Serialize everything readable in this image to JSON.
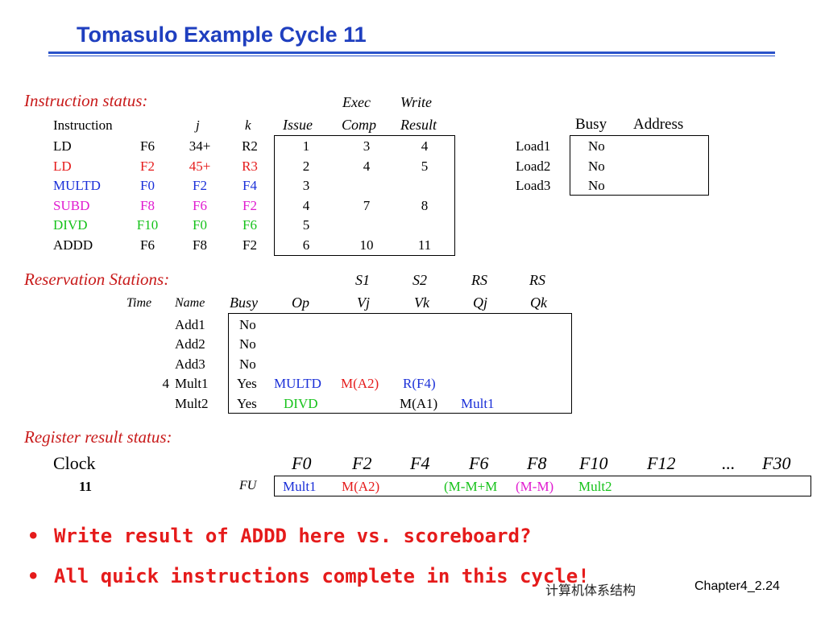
{
  "slide": {
    "title": "Tomasulo Example Cycle 11",
    "footer_cn": "计算机体系结构",
    "footer_page": "Chapter4_2.24"
  },
  "instruction_status": {
    "section_label": "Instruction status:",
    "exec_label": "Exec",
    "write_label": "Write",
    "headers": [
      "Instruction",
      "j",
      "k",
      "Issue",
      "Comp",
      "Result"
    ],
    "rows": [
      {
        "instr": "LD",
        "dest": "F6",
        "j": "34+",
        "k": "R2",
        "issue": "1",
        "comp": "3",
        "result": "4",
        "color": "#000000"
      },
      {
        "instr": "LD",
        "dest": "F2",
        "j": "45+",
        "k": "R3",
        "issue": "2",
        "comp": "4",
        "result": "5",
        "color": "#e51b1b"
      },
      {
        "instr": "MULTD",
        "dest": "F0",
        "j": "F2",
        "k": "F4",
        "issue": "3",
        "comp": "",
        "result": "",
        "color": "#1a2fd8"
      },
      {
        "instr": "SUBD",
        "dest": "F8",
        "j": "F6",
        "k": "F2",
        "issue": "4",
        "comp": "7",
        "result": "8",
        "color": "#e01bd0"
      },
      {
        "instr": "DIVD",
        "dest": "F10",
        "j": "F0",
        "k": "F6",
        "issue": "5",
        "comp": "",
        "result": "",
        "color": "#16c21a"
      },
      {
        "instr": "ADDD",
        "dest": "F6",
        "j": "F8",
        "k": "F2",
        "issue": "6",
        "comp": "10",
        "result": "11",
        "color": "#000000"
      }
    ]
  },
  "load_buffers": {
    "headers": [
      "Busy",
      "Address"
    ],
    "rows": [
      {
        "name": "Load1",
        "busy": "No",
        "address": ""
      },
      {
        "name": "Load2",
        "busy": "No",
        "address": ""
      },
      {
        "name": "Load3",
        "busy": "No",
        "address": ""
      }
    ]
  },
  "reservation_stations": {
    "section_label": "Reservation Stations:",
    "top_headers": [
      "S1",
      "S2",
      "RS",
      "RS"
    ],
    "headers": [
      "Time",
      "Name",
      "Busy",
      "Op",
      "Vj",
      "Vk",
      "Qj",
      "Qk"
    ],
    "rows": [
      {
        "time": "",
        "name": "Add1",
        "busy": "No",
        "op": "",
        "vj": "",
        "vk": "",
        "qj": "",
        "qk": ""
      },
      {
        "time": "",
        "name": "Add2",
        "busy": "No",
        "op": "",
        "vj": "",
        "vk": "",
        "qj": "",
        "qk": ""
      },
      {
        "time": "",
        "name": "Add3",
        "busy": "No",
        "op": "",
        "vj": "",
        "vk": "",
        "qj": "",
        "qk": ""
      },
      {
        "time": "4",
        "name": "Mult1",
        "busy": "Yes",
        "op": "MULTD",
        "vj": "M(A2)",
        "vk": "R(F4)",
        "qj": "",
        "qk": ""
      },
      {
        "time": "",
        "name": "Mult2",
        "busy": "Yes",
        "op": "DIVD",
        "vj": "",
        "vk": "M(A1)",
        "qj": "Mult1",
        "qk": ""
      }
    ]
  },
  "register_status": {
    "section_label": "Register result status:",
    "clock_label": "Clock",
    "clock_value": "11",
    "fu_label": "FU",
    "registers": [
      "F0",
      "F2",
      "F4",
      "F6",
      "F8",
      "F10",
      "F12",
      "...",
      "F30"
    ],
    "values": [
      "Mult1",
      "M(A2)",
      "",
      "(M-M+M",
      "(M-M)",
      "Mult2",
      "",
      "",
      ""
    ]
  },
  "bullets": [
    "Write result of ADDD here vs. scoreboard?",
    "All quick instructions complete in this cycle!"
  ]
}
